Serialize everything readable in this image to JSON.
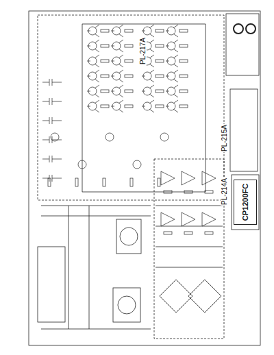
{
  "diagram": {
    "nodes": [
      {
        "text": [
          "CP1200FC"
        ]
      }
    ],
    "labels": [
      "PL-217A",
      "PL-215A",
      "PL-214A"
    ]
  }
}
